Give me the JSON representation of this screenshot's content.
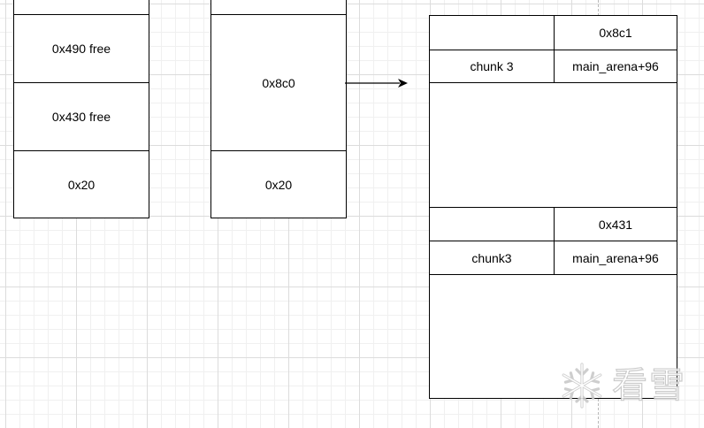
{
  "left_stack": {
    "cells": [
      {
        "label": ""
      },
      {
        "label": "0x490 free"
      },
      {
        "label": "0x430 free"
      },
      {
        "label": "0x20"
      }
    ]
  },
  "middle_stack": {
    "cells": [
      {
        "label": ""
      },
      {
        "label": "0x8c0"
      },
      {
        "label": "0x20"
      }
    ]
  },
  "right_block": {
    "chunk_a": {
      "size_label": "0x8c1",
      "name_label": "chunk 3",
      "pointer_label": "main_arena+96"
    },
    "chunk_b": {
      "size_label": "0x431",
      "name_label": "chunk3",
      "pointer_label": "main_arena+96"
    }
  },
  "watermark": {
    "text": "看雪",
    "icon": "snowflake-icon"
  }
}
